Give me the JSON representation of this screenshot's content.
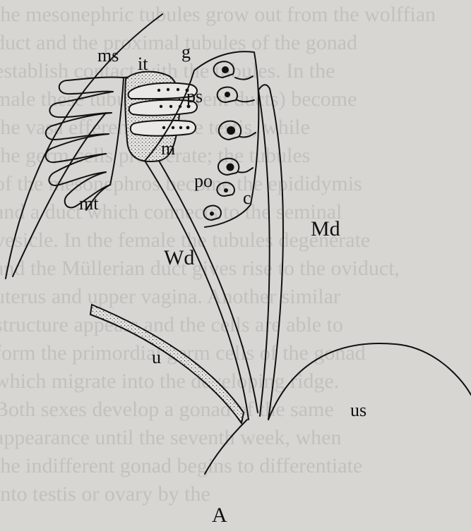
{
  "figure": {
    "label": "A",
    "parts": {
      "ms": "ms",
      "it": "it",
      "g": "g",
      "ps": "ps",
      "m": "m",
      "mt": "mt",
      "po": "po",
      "c": "c",
      "Md": "Md",
      "Wd": "Wd",
      "u": "u",
      "us": "us"
    }
  },
  "background_text": [
    "the mesonephric tubules grow out from the wolffian",
    "duct and the proximal tubules of the gonad",
    "establish contact with the tubules. In the",
    "male these tubules (efferent ducts) become",
    "the vasa efferentia of the testis, while",
    "the germ cells proliferate; the tubules",
    "of the mesonephros become the epididymis",
    "and a duct which connects to the seminal",
    "vesicle. In the female the tubules degenerate",
    "and the Müllerian duct gives rise to the oviduct,",
    "uterus and upper vagina. Another similar",
    "structure appears and the cells are able to",
    "form the primordial germ cells of the gonad",
    "which migrate into the developing ridge.",
    "Both sexes develop a gonad of the same",
    "appearance until the seventh week, when",
    "the indifferent gonad begins to differentiate",
    "into testis or ovary by the"
  ]
}
